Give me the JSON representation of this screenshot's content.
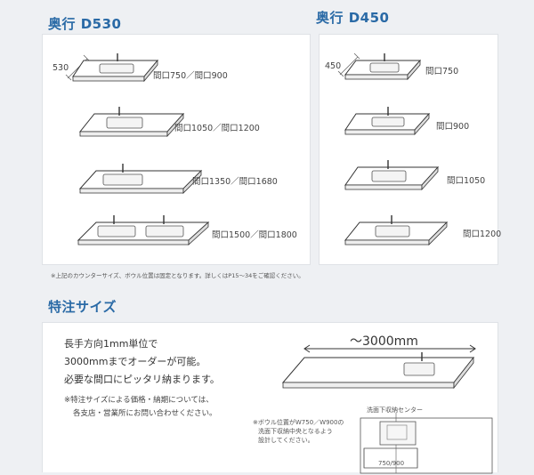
{
  "sections": {
    "d530_title": "奥行 D530",
    "d450_title": "奥行 D450",
    "custom_title": "特注サイズ"
  },
  "d530": {
    "depth_label": "530",
    "items": [
      {
        "label": "間口750／間口900"
      },
      {
        "label": "間口1050／間口1200"
      },
      {
        "label": "間口1350／間口1680"
      },
      {
        "label": "間口1500／間口1800"
      }
    ]
  },
  "d450": {
    "depth_label": "450",
    "items": [
      {
        "label": "間口750"
      },
      {
        "label": "間口900"
      },
      {
        "label": "間口1050"
      },
      {
        "label": "間口1200"
      }
    ]
  },
  "footnote": "※上記のカウンターサイズ、ボウル位置は固定となります。詳しくはP15～34をご確認ください。",
  "custom": {
    "lines": [
      "長手方向1mm単位で",
      "3000mmまでオーダーが可能。",
      "必要な間口にピッタリ納まります。"
    ],
    "notes": [
      "※特注サイズによる価格・納期については、",
      "各支店・営業所にお問い合わせください。"
    ],
    "dimension_label": "～3000mm",
    "bowl_notes": [
      "※ボウル位置がW750／W900の",
      "洗面下収納中央となるよう",
      "設計してください。"
    ],
    "storage_label": "洗面下収納センター",
    "storage_width": "750/900"
  }
}
